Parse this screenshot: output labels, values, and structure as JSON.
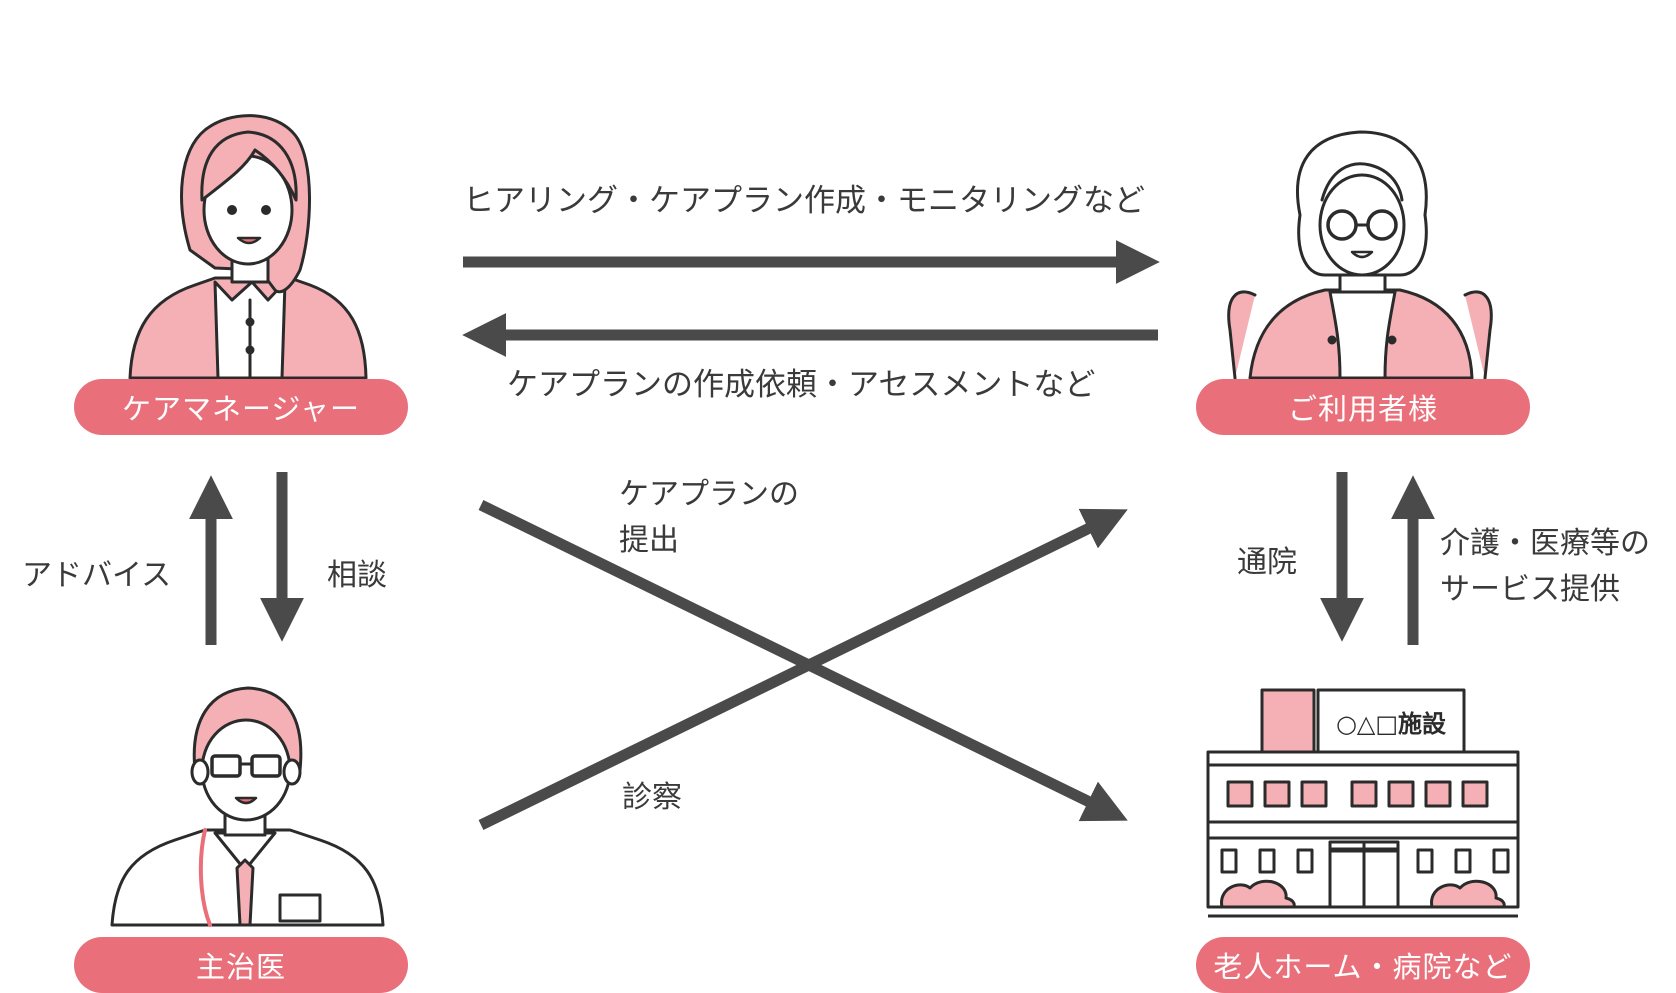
{
  "nodes": {
    "care_manager": "ケアマネージャー",
    "user": "ご利用者様",
    "doctor": "主治医",
    "facility": "老人ホーム・病院など"
  },
  "facility_sign": "○△□施設",
  "arrows": {
    "cm_to_user": "ヒアリング・ケアプラン作成・モニタリングなど",
    "user_to_cm": "ケアプランの作成依頼・アセスメントなど",
    "doctor_to_cm": "アドバイス",
    "cm_to_doctor": "相談",
    "cm_to_facility_line1": "ケアプランの",
    "cm_to_facility_line2": "提出",
    "doctor_to_user": "診察",
    "user_to_facility": "通院",
    "facility_to_user_line1": "介護・医療等の",
    "facility_to_user_line2": "サービス提供"
  },
  "colors": {
    "pill": "#e9707a",
    "pink_light": "#f4b0b4",
    "arrow": "#4a4a4a",
    "line": "#2b2b2b"
  }
}
